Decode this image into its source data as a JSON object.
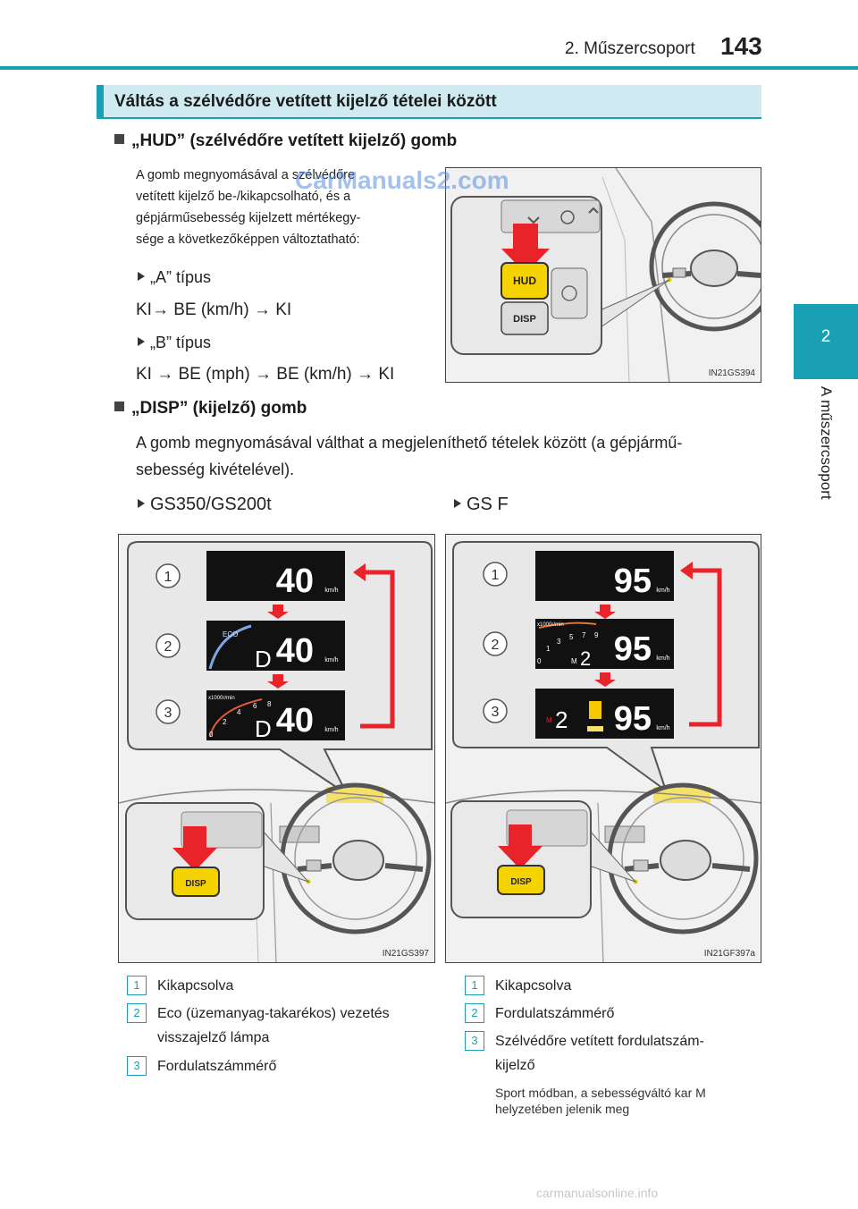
{
  "header": {
    "chapter": "2. Műszercsoport",
    "page": "143"
  },
  "side_tab": {
    "number": "2",
    "label": "A műszercsoport"
  },
  "section_title": "Váltás a szélvédőre vetített kijelző tételei között",
  "watermark": "CarManuals2.com",
  "hud": {
    "heading": "„HUD” (szélvédőre vetített kijelző) gomb",
    "para_lines": [
      "A gomb megnyomásával a szélvédőre",
      "vetített kijelző be-/kikapcsolható, és a",
      "gépjárműsebesség kijelzett mértékegy-",
      "sége a következőképpen változtatható:"
    ],
    "type_a": "„A” típus",
    "seq_a": "KI→ BE (km/h) → KI",
    "type_b": "„B” típus",
    "seq_b": "KI → BE (mph) → BE (km/h) → KI",
    "figure": {
      "btn_hud": "HUD",
      "btn_disp": "DISP",
      "code": "IN21GS394"
    }
  },
  "disp": {
    "heading": "„DISP” (kijelző) gomb",
    "para_lines": [
      "A gomb megnyomásával válthat a megjeleníthető tételek között (a gépjármű-",
      "sebesség kivételével)."
    ]
  },
  "left_panel": {
    "title": "GS350/GS200t",
    "speed": "40",
    "unit": "km/h",
    "eco": "ECO",
    "gear": "D",
    "rpm_unit": "x1000r/min",
    "rpm_ticks": [
      "0",
      "2",
      "4",
      "6",
      "8"
    ],
    "btn": "DISP",
    "code": "IN21GS397",
    "markers": [
      "1",
      "2",
      "3"
    ],
    "legend": [
      {
        "num": "1",
        "text": "Kikapcsolva"
      },
      {
        "num": "2",
        "text": "Eco (üzemanyag-takarékos) vezetés",
        "text2": "visszajelző lámpa"
      },
      {
        "num": "3",
        "text": "Fordulatszámmérő"
      }
    ]
  },
  "right_panel": {
    "title": "GS F",
    "speed": "95",
    "unit": "km/h",
    "gear": "2",
    "gear_mode": "M",
    "rpm_unit": "x1000r/min",
    "rpm_ticks": [
      "0",
      "1",
      "3",
      "5",
      "7",
      "9"
    ],
    "btn": "DISP",
    "code": "IN21GF397a",
    "markers": [
      "1",
      "2",
      "3"
    ],
    "legend": [
      {
        "num": "1",
        "text": "Kikapcsolva"
      },
      {
        "num": "2",
        "text": "Fordulatszámmérő"
      },
      {
        "num": "3",
        "text": "Szélvédőre vetített fordulatszám-",
        "text2": "kijelző"
      }
    ],
    "note_lines": [
      "Sport módban, a sebességváltó kar M",
      "helyzetében jelenik meg"
    ]
  },
  "footer_watermark": "carmanualsonline.info"
}
